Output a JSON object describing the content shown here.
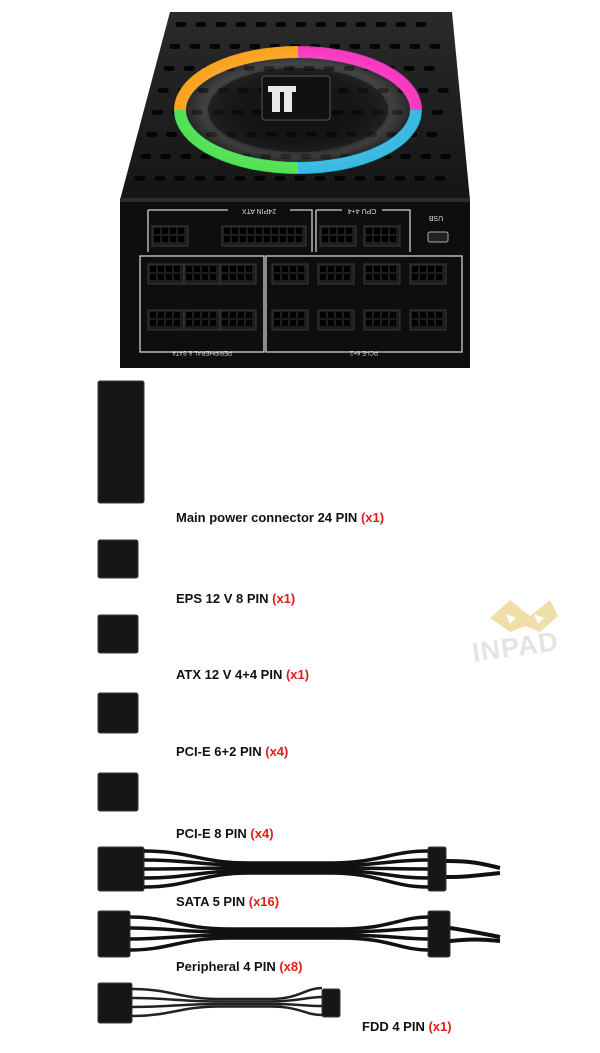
{
  "psu": {
    "panel_labels": {
      "atx": "24PIN ATX",
      "cpu": "CPU 4+4",
      "usb": "USB",
      "peripheral": "PERIPHERAL & SATA",
      "pcie": "PCI-E 6+2"
    }
  },
  "watermark": {
    "text": "INPAD"
  },
  "cables": [
    {
      "name": "Main power connector 24 PIN",
      "qty": "(x1)"
    },
    {
      "name": "EPS 12 V 8 PIN",
      "qty": "(x1)"
    },
    {
      "name": "ATX 12 V 4+4 PIN",
      "qty": "(x1)"
    },
    {
      "name": "PCI-E 6+2 PIN",
      "qty": "(x4)"
    },
    {
      "name": "PCI-E 8 PIN",
      "qty": "(x4)"
    },
    {
      "name": "SATA 5 PIN",
      "qty": "(x16)"
    },
    {
      "name": "Peripheral 4 PIN",
      "qty": "(x8)"
    },
    {
      "name": "FDD 4 PIN",
      "qty": "(x1)"
    }
  ],
  "colors": {
    "qty": "#e41b1b",
    "cable": "#111111",
    "rgb_ring": [
      "#ff3b3b",
      "#ffb020",
      "#3cff5a",
      "#20d0ff",
      "#7a4dff",
      "#ff3bd8"
    ]
  }
}
